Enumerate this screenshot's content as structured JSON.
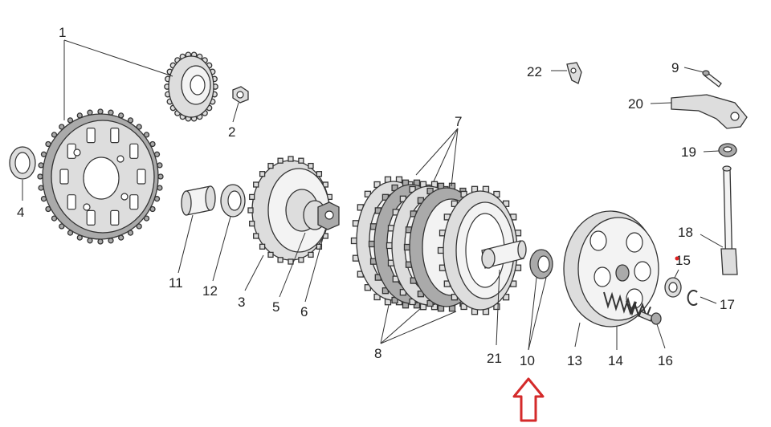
{
  "labels": {
    "l1": "1",
    "l2": "2",
    "l3": "3",
    "l4": "4",
    "l5": "5",
    "l6": "6",
    "l7": "7",
    "l8": "8",
    "l9": "9",
    "l10": "10",
    "l11": "11",
    "l12": "12",
    "l13": "13",
    "l14": "14",
    "l15": "15",
    "l16": "16",
    "l17": "17",
    "l18": "18",
    "l19": "19",
    "l20": "20",
    "l21": "21",
    "l22": "22"
  },
  "colors": {
    "pointer_arrow": "#d42a2a",
    "marker_dot": "#e02020"
  },
  "icons": {
    "pointer": "up-arrow-outline-icon"
  }
}
